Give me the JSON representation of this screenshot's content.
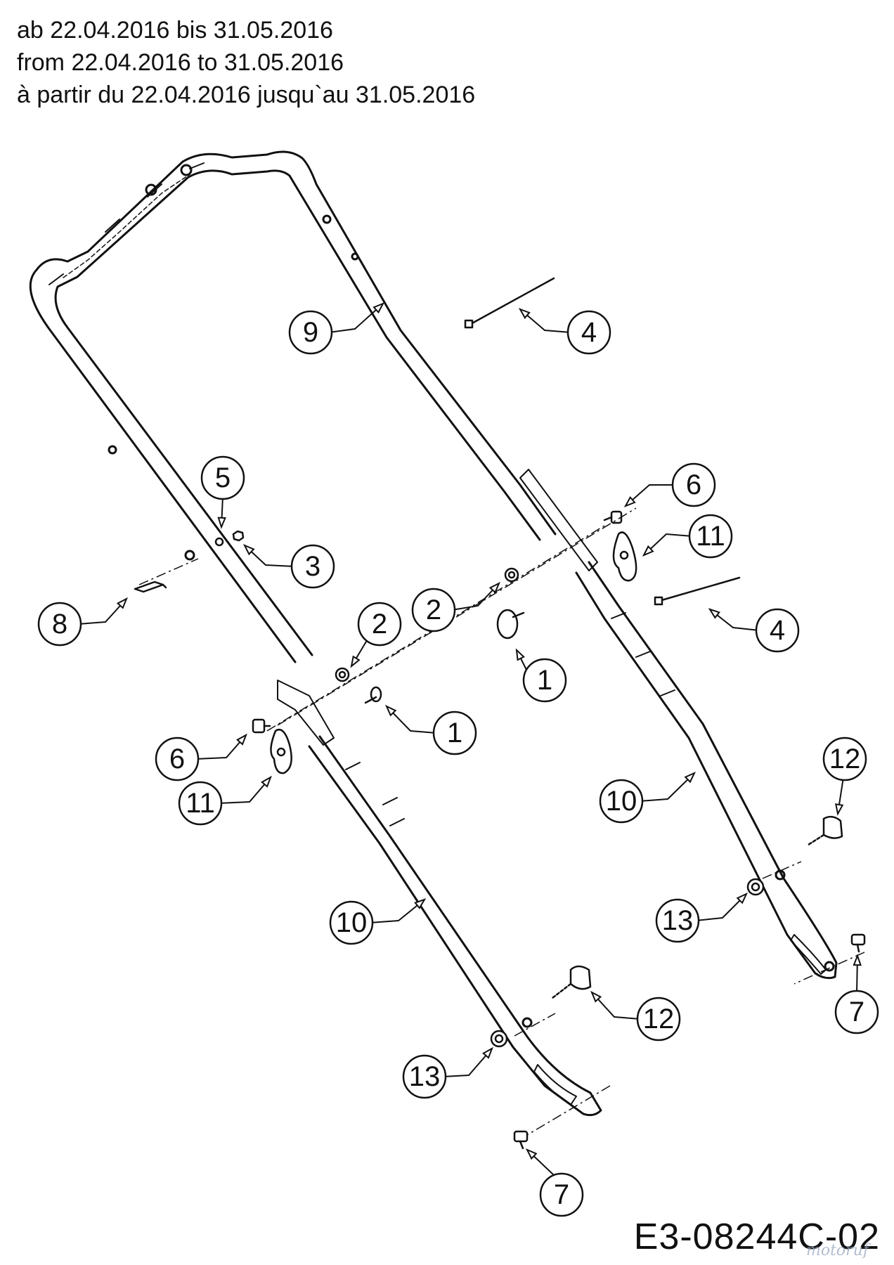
{
  "header": {
    "lines": [
      "ab 22.04.2016 bis 31.05.2016",
      "from 22.04.2016 to 31.05.2016",
      "à partir du 22.04.2016 jusqu`au 31.05.2016"
    ]
  },
  "drawing_code": "E3-08244C-02",
  "watermark": "motoruf",
  "callouts": [
    {
      "label": "9"
    },
    {
      "label": "4"
    },
    {
      "label": "4"
    },
    {
      "label": "5"
    },
    {
      "label": "3"
    },
    {
      "label": "8"
    },
    {
      "label": "2"
    },
    {
      "label": "2"
    },
    {
      "label": "6"
    },
    {
      "label": "6"
    },
    {
      "label": "11"
    },
    {
      "label": "11"
    },
    {
      "label": "1"
    },
    {
      "label": "1"
    },
    {
      "label": "10"
    },
    {
      "label": "10"
    },
    {
      "label": "12"
    },
    {
      "label": "12"
    },
    {
      "label": "13"
    },
    {
      "label": "13"
    },
    {
      "label": "7"
    },
    {
      "label": "7"
    }
  ]
}
